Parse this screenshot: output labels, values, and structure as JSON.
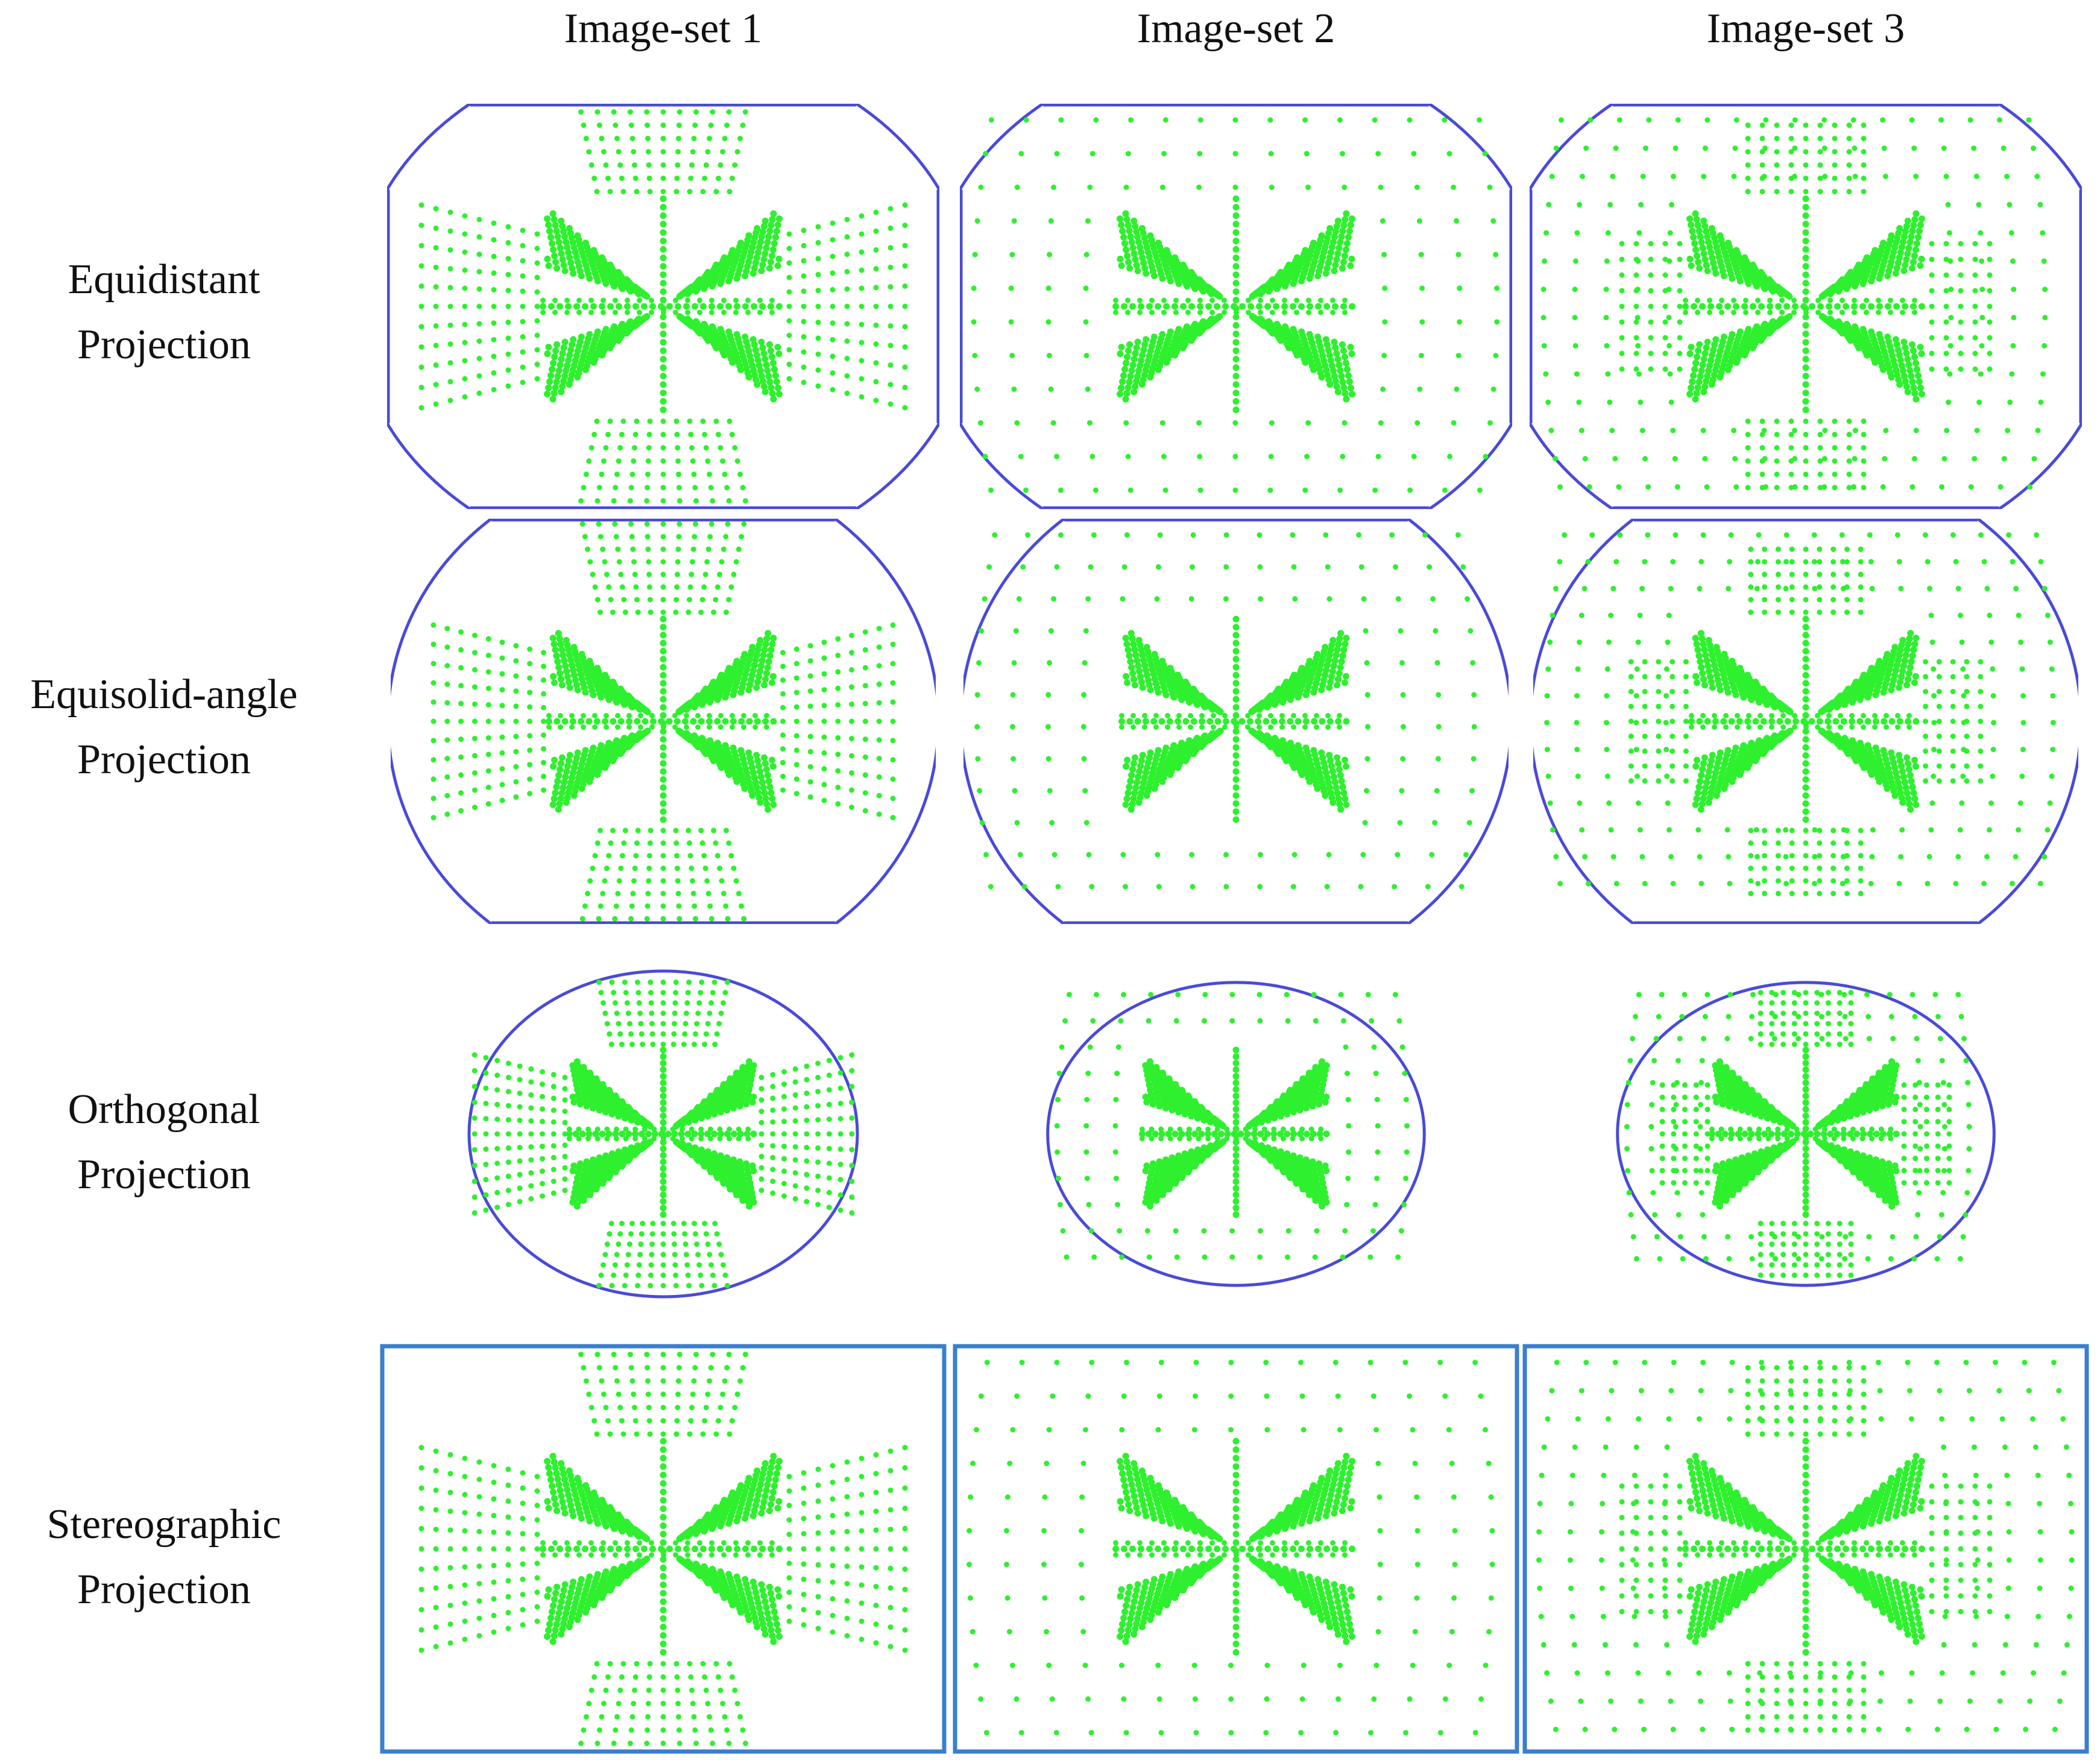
{
  "columns": [
    {
      "label": "Image-set 1",
      "variant": 1
    },
    {
      "label": "Image-set 2",
      "variant": 2
    },
    {
      "label": "Image-set 3",
      "variant": 3
    }
  ],
  "rows": [
    {
      "line1": "Equidistant",
      "line2": "Projection",
      "frame": "clipped-ellipse-wide"
    },
    {
      "line1": "Equisolid-angle",
      "line2": "Projection",
      "frame": "clipped-ellipse-round"
    },
    {
      "line1": "Orthogonal",
      "line2": "Projection",
      "frame": "ellipse"
    },
    {
      "line1": "Stereographic",
      "line2": "Projection",
      "frame": "rectangle"
    }
  ],
  "colors": {
    "dots": "#2ef02e",
    "frame_ellipse": "#4a4ad8",
    "frame_rect": "#3a7fcf",
    "background": "#ffffff",
    "text": "#111111"
  }
}
